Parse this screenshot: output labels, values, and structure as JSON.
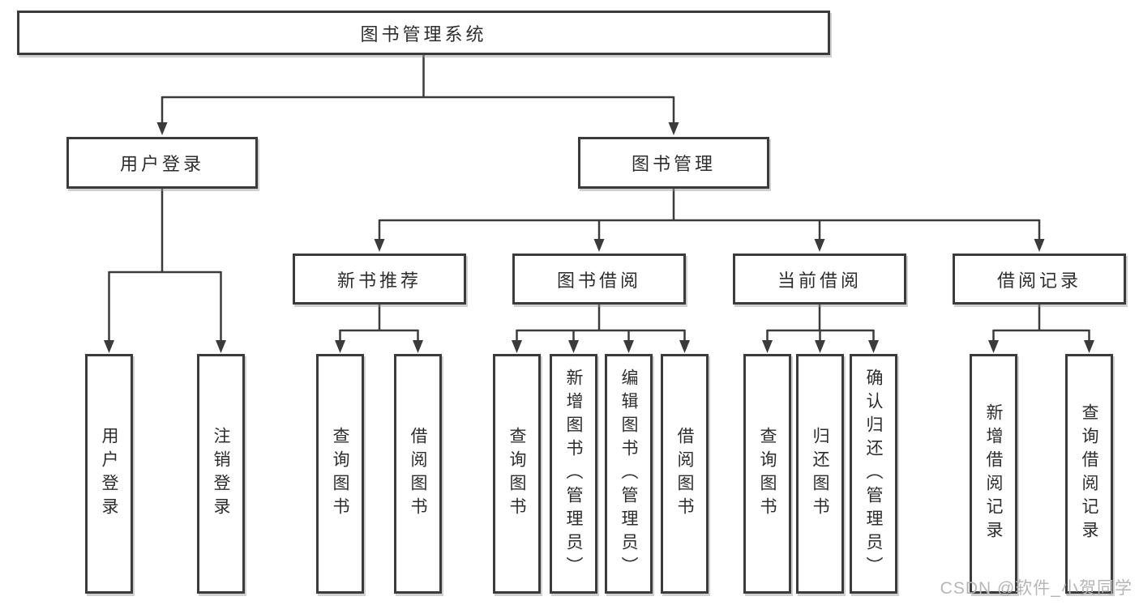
{
  "diagram": {
    "type": "hierarchy",
    "root": {
      "label": "图书管理系统"
    },
    "level2": [
      {
        "label": "用户登录"
      },
      {
        "label": "图书管理"
      }
    ],
    "level3": [
      {
        "label": "新书推荐"
      },
      {
        "label": "图书借阅"
      },
      {
        "label": "当前借阅"
      },
      {
        "label": "借阅记录"
      }
    ],
    "leaves": {
      "user_login": [
        {
          "label": "用户登录"
        },
        {
          "label": "注销登录"
        }
      ],
      "new_books": [
        {
          "label": "查询图书"
        },
        {
          "label": "借阅图书"
        }
      ],
      "book_borrow": [
        {
          "label": "查询图书"
        },
        {
          "label": "新增图书（管理员）"
        },
        {
          "label": "编辑图书（管理员）"
        },
        {
          "label": "借阅图书"
        }
      ],
      "current_borrow": [
        {
          "label": "查询图书"
        },
        {
          "label": "归还图书"
        },
        {
          "label": "确认归还（管理员）"
        }
      ],
      "borrow_records": [
        {
          "label": "新增借阅记录"
        },
        {
          "label": "查询借阅记录"
        }
      ]
    },
    "colors": {
      "line": "#3b3b3b",
      "text": "#2d2d2d",
      "box_background": "#ffffff",
      "watermark": "#b6b6b6"
    }
  },
  "watermark": {
    "text": "CSDN @软件_小贺同学"
  }
}
